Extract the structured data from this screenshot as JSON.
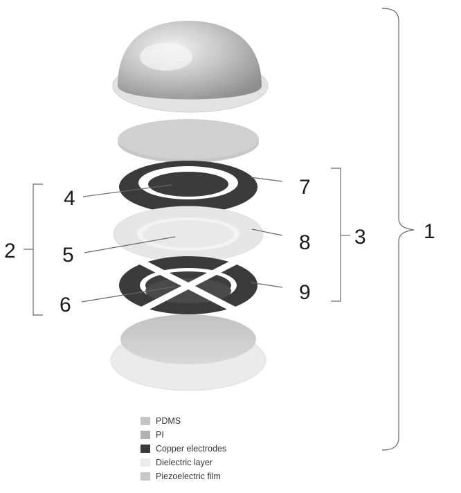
{
  "labels": {
    "n1": "1",
    "n2": "2",
    "n3": "3",
    "n4": "4",
    "n5": "5",
    "n6": "6",
    "n7": "7",
    "n8": "8",
    "n9": "9"
  },
  "legend": [
    {
      "label": "PDMS",
      "color": "#c4c4c4"
    },
    {
      "label": "PI",
      "color": "#b0b0b0"
    },
    {
      "label": "Copper electrodes",
      "color": "#3a3a3a"
    },
    {
      "label": "Dielectric layer",
      "color": "#ececec"
    },
    {
      "label": "Piezoelectric film",
      "color": "#c9c9c9"
    }
  ],
  "colors": {
    "pdms": "#c4c4c4",
    "pi": "#b0b0b0",
    "copper": "#3a3a3a",
    "dielectric": "#e6e6e6",
    "piezo": "#c9c9c9",
    "line": "#666666"
  }
}
